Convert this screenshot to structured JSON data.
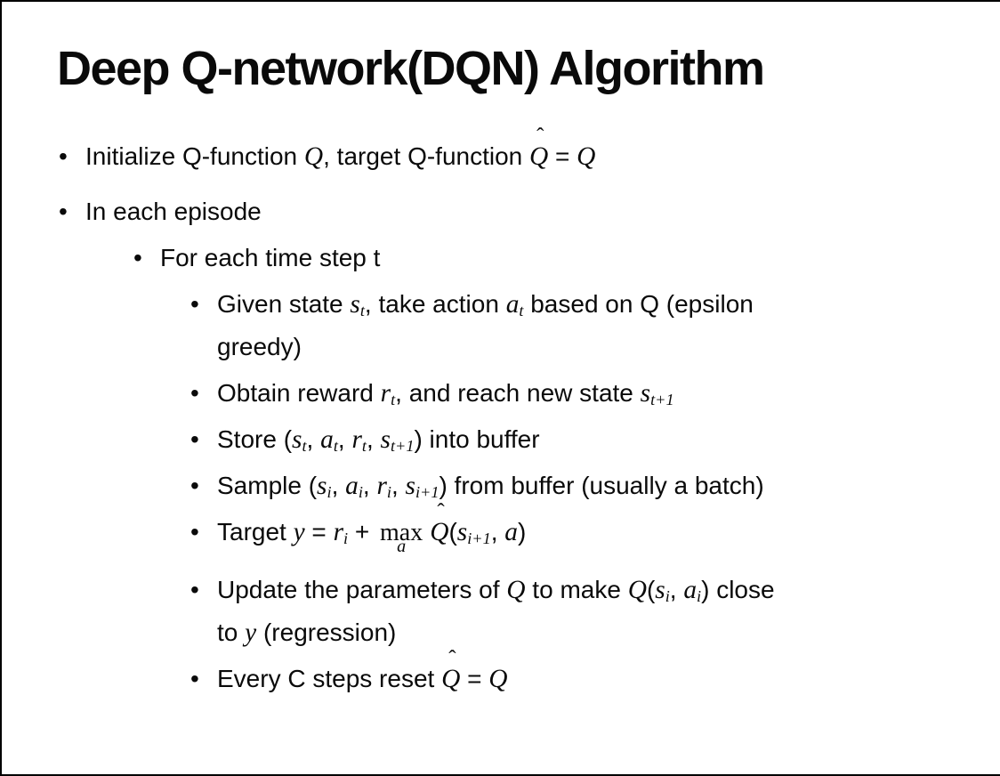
{
  "colors": {
    "background": "#ffffff",
    "text": "#0a0a0a",
    "frame_border": "#000000"
  },
  "slide": {
    "title": "Deep Q-network(DQN) Algorithm",
    "bullet_glyph": "•",
    "hat_glyph": "ˆ",
    "bullets": [
      {
        "level": 1,
        "segments": [
          {
            "type": "text",
            "text": "Initialize Q-function "
          },
          {
            "type": "math",
            "text": "Q"
          },
          {
            "type": "text",
            "text": ", target Q-function "
          },
          {
            "type": "mathhat",
            "text": "Q"
          },
          {
            "type": "text",
            "text": " = "
          },
          {
            "type": "math",
            "text": "Q"
          }
        ]
      },
      {
        "level": 1,
        "segments": [
          {
            "type": "text",
            "text": "In each episode"
          }
        ]
      },
      {
        "level": 2,
        "segments": [
          {
            "type": "text",
            "text": "For each time step t"
          }
        ]
      },
      {
        "level": 3,
        "segments": [
          {
            "type": "text",
            "text": "Given state "
          },
          {
            "type": "math",
            "text": "s",
            "sub": "t"
          },
          {
            "type": "text",
            "text": ", take action "
          },
          {
            "type": "math",
            "text": "a",
            "sub": "t"
          },
          {
            "type": "text",
            "text": " based on Q (epsilon"
          }
        ]
      },
      {
        "level": 3,
        "continuation": true,
        "segments": [
          {
            "type": "text",
            "text": "greedy)"
          }
        ]
      },
      {
        "level": 3,
        "segments": [
          {
            "type": "text",
            "text": "Obtain reward "
          },
          {
            "type": "math",
            "text": "r",
            "sub": "t"
          },
          {
            "type": "text",
            "text": ", and reach new state "
          },
          {
            "type": "math",
            "text": "s",
            "sub": "t+1"
          }
        ]
      },
      {
        "level": 3,
        "segments": [
          {
            "type": "text",
            "text": "Store ("
          },
          {
            "type": "math",
            "text": "s",
            "sub": "t"
          },
          {
            "type": "text",
            "text": ", "
          },
          {
            "type": "math",
            "text": "a",
            "sub": "t"
          },
          {
            "type": "text",
            "text": ", "
          },
          {
            "type": "math",
            "text": "r",
            "sub": "t"
          },
          {
            "type": "text",
            "text": ", "
          },
          {
            "type": "math",
            "text": "s",
            "sub": "t+1"
          },
          {
            "type": "text",
            "text": ") into buffer"
          }
        ]
      },
      {
        "level": 3,
        "segments": [
          {
            "type": "text",
            "text": "Sample ("
          },
          {
            "type": "math",
            "text": "s",
            "sub": "i"
          },
          {
            "type": "text",
            "text": ", "
          },
          {
            "type": "math",
            "text": "a",
            "sub": "i"
          },
          {
            "type": "text",
            "text": ", "
          },
          {
            "type": "math",
            "text": "r",
            "sub": "i"
          },
          {
            "type": "text",
            "text": ", "
          },
          {
            "type": "math",
            "text": "s",
            "sub": "i+1"
          },
          {
            "type": "text",
            "text": ") from buffer (usually a batch)"
          }
        ]
      },
      {
        "level": 3,
        "segments": [
          {
            "type": "text",
            "text": "Target "
          },
          {
            "type": "math",
            "text": "y"
          },
          {
            "type": "text",
            "text": " = "
          },
          {
            "type": "math",
            "text": "r",
            "sub": "i"
          },
          {
            "type": "text",
            "text": " + "
          },
          {
            "type": "maxunder",
            "text": "max",
            "under": "a"
          },
          {
            "type": "mathhat",
            "text": "Q"
          },
          {
            "type": "text",
            "text": "("
          },
          {
            "type": "math",
            "text": "s",
            "sub": "i+1"
          },
          {
            "type": "text",
            "text": ", "
          },
          {
            "type": "math",
            "text": "a"
          },
          {
            "type": "text",
            "text": ")"
          }
        ]
      },
      {
        "level": 3,
        "segments": [
          {
            "type": "text",
            "text": "Update the parameters of "
          },
          {
            "type": "math",
            "text": "Q"
          },
          {
            "type": "text",
            "text": " to make "
          },
          {
            "type": "math",
            "text": "Q"
          },
          {
            "type": "text",
            "text": "("
          },
          {
            "type": "math",
            "text": "s",
            "sub": "i"
          },
          {
            "type": "text",
            "text": ", "
          },
          {
            "type": "math",
            "text": "a",
            "sub": "i"
          },
          {
            "type": "text",
            "text": ") close"
          }
        ]
      },
      {
        "level": 3,
        "continuation": true,
        "segments": [
          {
            "type": "text",
            "text": "to "
          },
          {
            "type": "math",
            "text": "y"
          },
          {
            "type": "text",
            "text": " (regression)"
          }
        ]
      },
      {
        "level": 3,
        "segments": [
          {
            "type": "text",
            "text": "Every C steps reset "
          },
          {
            "type": "mathhat",
            "text": "Q"
          },
          {
            "type": "text",
            "text": " = "
          },
          {
            "type": "math",
            "text": "Q"
          }
        ]
      }
    ]
  }
}
